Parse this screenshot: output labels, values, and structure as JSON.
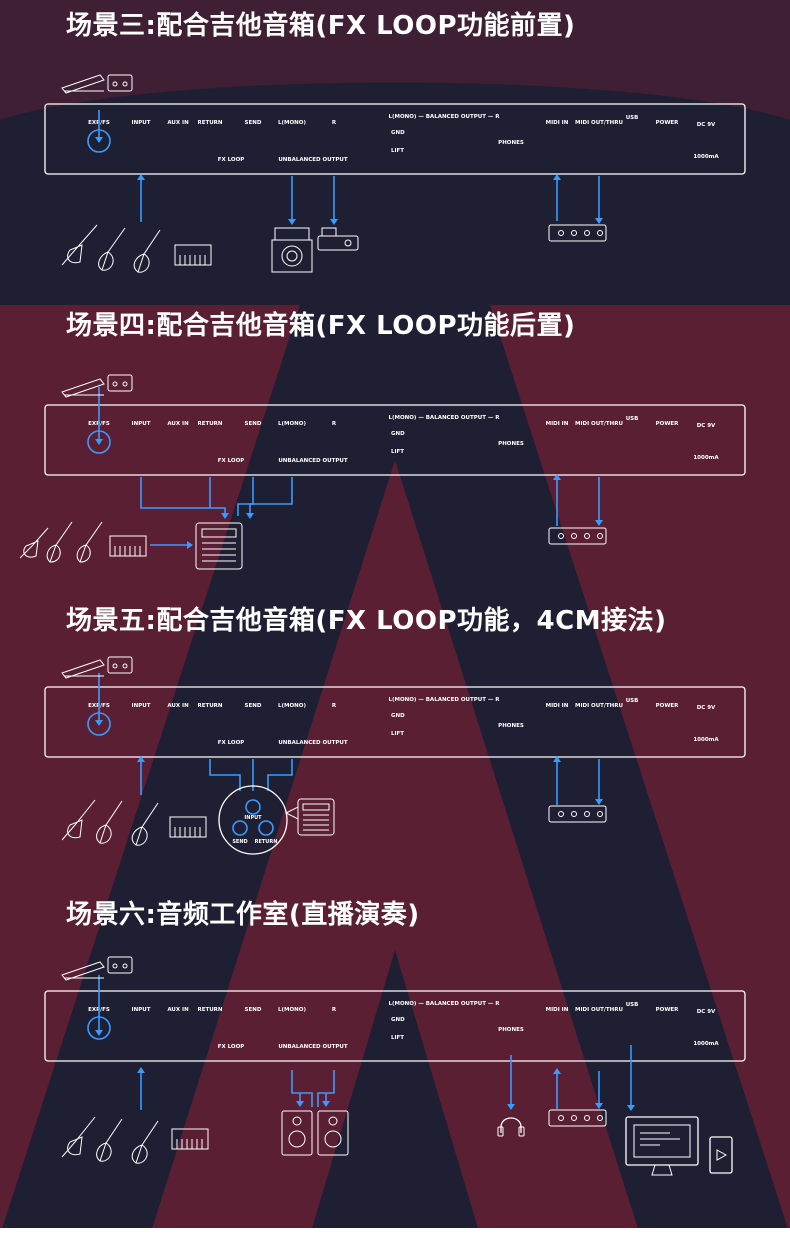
{
  "colors": {
    "background": "#1f1f33",
    "accent_shape": "#5a1f33",
    "device_line": "#ffffff",
    "signal_line": "#3a9bff"
  },
  "labels": {
    "exp_fs": "EXP/FS",
    "input": "INPUT",
    "aux_in": "AUX IN",
    "return": "RETURN",
    "send": "SEND",
    "l_mono": "L(MONO)",
    "r": "R",
    "fx_loop": "FX LOOP",
    "unbalanced_output": "UNBALANCED OUTPUT",
    "gnd": "GND",
    "lift": "LIFT",
    "balanced_output": "L(MONO) — BALANCED OUTPUT — R",
    "phones": "PHONES",
    "midi_in": "MIDI IN",
    "midi_out_thru": "MIDI OUT/THRU",
    "usb": "USB",
    "power": "POWER",
    "dc_9v": "DC 9V",
    "current": "1000mA"
  },
  "scenes": [
    {
      "title": "场景三:配合吉他音箱(FX LOOP功能前置)",
      "icons": [
        "expression-pedal",
        "guitar",
        "keyboard",
        "amp-head",
        "amp-cabinet",
        "midi-controller"
      ]
    },
    {
      "title": "场景四:配合吉他音箱(FX LOOP功能后置)",
      "icons": [
        "expression-pedal",
        "guitar",
        "keyboard",
        "combo-amp",
        "midi-controller"
      ]
    },
    {
      "title": "场景五:配合吉他音箱(FX LOOP功能，4CM接法)",
      "icons": [
        "expression-pedal",
        "guitar",
        "keyboard",
        "combo-amp",
        "midi-controller"
      ],
      "zoom_labels": {
        "input": "INPUT",
        "send": "SEND",
        "return": "RETURN"
      }
    },
    {
      "title": "场景六:音频工作室(直播演奏)",
      "icons": [
        "expression-pedal",
        "guitar",
        "keyboard",
        "studio-monitors",
        "headphones",
        "midi-controller",
        "computer",
        "tablet"
      ]
    }
  ]
}
